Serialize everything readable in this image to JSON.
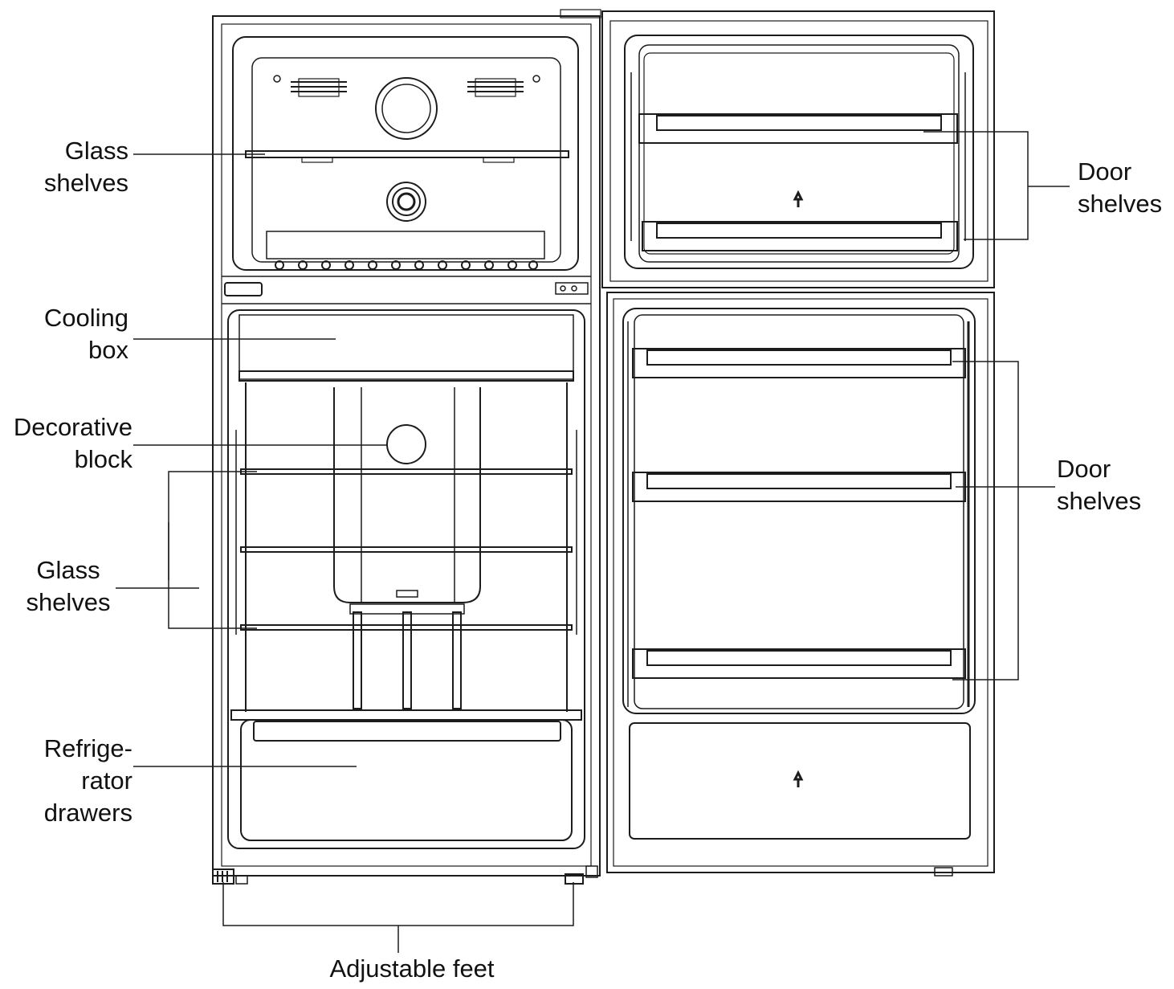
{
  "labels": {
    "glass_shelves_top": [
      "Glass",
      "shelves"
    ],
    "cooling_box": [
      "Cooling",
      "box"
    ],
    "decorative_block": [
      "Decorative",
      "block"
    ],
    "glass_shelves_fridge": [
      "Glass",
      "shelves"
    ],
    "refrigerator_drawers": [
      "Refrige-",
      "rator",
      "drawers"
    ],
    "adjustable_feet": "Adjustable feet",
    "door_shelves_freezer": [
      "Door",
      "shelves"
    ],
    "door_shelves_fridge": [
      "Door",
      "shelves"
    ]
  },
  "colors": {
    "line": "#1c1c1c",
    "background": "#ffffff"
  }
}
